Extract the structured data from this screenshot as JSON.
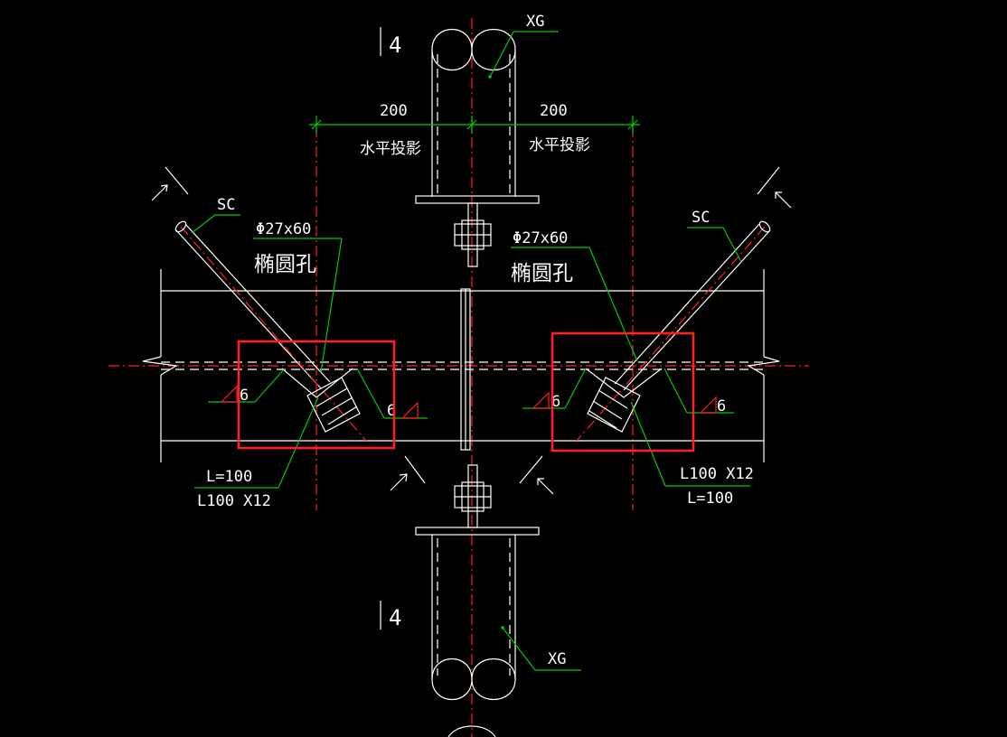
{
  "colors": {
    "background": "#000000",
    "geometry": "#ffffff",
    "leader": "#00cc00",
    "centerline": "#ff2020",
    "highlight_box": "#ff2020"
  },
  "section_marks": {
    "top": "4",
    "bottom": "4"
  },
  "dimensions": {
    "left_value": "200",
    "right_value": "200",
    "left_note": "水平投影",
    "right_note": "水平投影"
  },
  "labels": {
    "xg_top": "XG",
    "xg_bottom": "XG",
    "sc_left": "SC",
    "sc_right": "SC",
    "hole_left_size": "Φ27x60",
    "hole_left_type": "椭圆孔",
    "hole_right_size": "Φ27x60",
    "hole_right_type": "椭圆孔",
    "weld_left_1": "6",
    "weld_left_2": "6",
    "weld_right_1": "6",
    "weld_right_2": "6",
    "angle_left_length": "L=100",
    "angle_left_section": "L100 X12",
    "angle_right_section": "L100 X12",
    "angle_right_length": "L=100"
  }
}
